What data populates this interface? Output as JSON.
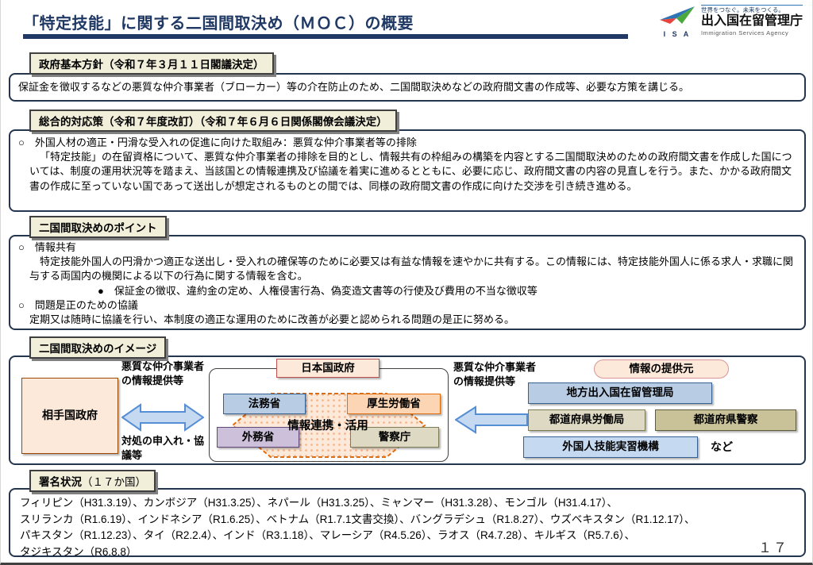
{
  "header": {
    "title": "「特定技能」に関する二国間取決め（ＭＯＣ）の概要",
    "logo": {
      "isa": "I S A",
      "tagline": "世界をつなぐ。未来をつくる。",
      "agency": "出入国在留管理庁",
      "agency_en": "Immigration Services Agency"
    }
  },
  "palette": {
    "navy": "#1F3864",
    "header_cream": "#F1EED9",
    "peach": "#FDE9D9",
    "light_blue": "#B8CCE4",
    "arrow_blue": "#C5D9F1"
  },
  "sections": {
    "policy": {
      "heading": "政府基本方針（令和７年３月１１日閣議決定）",
      "body": "保証金を徴収するなどの悪質な仲介事業者（ブローカー）等の介在防止のため、二国間取決めなどの政府間文書の作成等、必要な方策を講じる。"
    },
    "measures": {
      "heading": "総合的対応策（令和７年度改訂）（令和７年６月６日関係閣僚会議決定）",
      "item_title": "○　外国人材の適正・円滑な受入れの促進に向けた取組み：悪質な仲介事業者等の排除",
      "body": "「特定技能」の在留資格について、悪質な仲介事業者の排除を目的とし、情報共有の枠組みの構築を内容とする二国間取決めのための政府間文書を作成した国については、制度の運用状況等を踏まえ、当該国との情報連携及び協議を着実に進めるとともに、必要に応じ、政府間文書の内容の見直しを行う。また、かかる政府間文書の作成に至っていない国であって送出しが想定されるものとの間では、同様の政府間文書の作成に向けた交渉を引き続き進める。"
    },
    "points": {
      "heading": "二国間取決めのポイント",
      "item1": "○　情報共有",
      "item1_body": "特定技能外国人の円滑かつ適正な送出し・受入れの確保等のために必要又は有益な情報を速やかに共有する。この情報には、特定技能外国人に係る求人・求職に関与する両国内の機関による以下の行為に関する情報を含む。",
      "bullet": "●　保証金の徴収、違約金の定め、人権侵害行為、偽変造文書等の行使及び費用の不当な徴収等",
      "item2": "○　問題是正のための協議",
      "item2_body": "定期又は随時に協議を行い、本制度の適正な運用のために改善が必要と認められる問題の是正に努める。"
    },
    "image": {
      "heading": "二国間取決めのイメージ",
      "partner": "相手国政府",
      "arrow_out_top": "悪質な仲介事業者の情報提供等",
      "arrow_out_bottom": "対処の申入れ・協議等",
      "japan_gov": "日本国政府",
      "moj": "法務省",
      "mhlw": "厚生労働省",
      "mofa": "外務省",
      "npa": "警察庁",
      "hub": "情報連携・活用",
      "arrow_in_label": "悪質な仲介事業者の情報提供等",
      "source_title": "情報の提供元",
      "sources": [
        "地方出入国在留管理局",
        "都道府県労働局",
        "都道府県警察",
        "外国人技能実習機構"
      ],
      "source_etc": "など"
    },
    "signing": {
      "heading": "署名状況",
      "heading_sub": "（１７か国）",
      "lines": [
        "フィリピン（H31.3.19）、カンボジア（H31.3.25）、ネパール（H31.3.25）、ミャンマー（H31.3.28）、モンゴル（H31.4.17）、",
        "スリランカ（R1.6.19）、インドネシア（R1.6.25）、ベトナム（R1.7.1文書交換）、バングラデシュ（R1.8.27）、ウズベキスタン（R1.12.17）、",
        "パキスタン（R1.12.23）、タイ（R2.2.4）、インド（R3.1.18）、マレーシア（R4.5.26）、ラオス（R4.7.28）、キルギス（R5.7.6）、",
        "タジキスタン（R6.8.8）"
      ]
    }
  },
  "page_number": "１７"
}
